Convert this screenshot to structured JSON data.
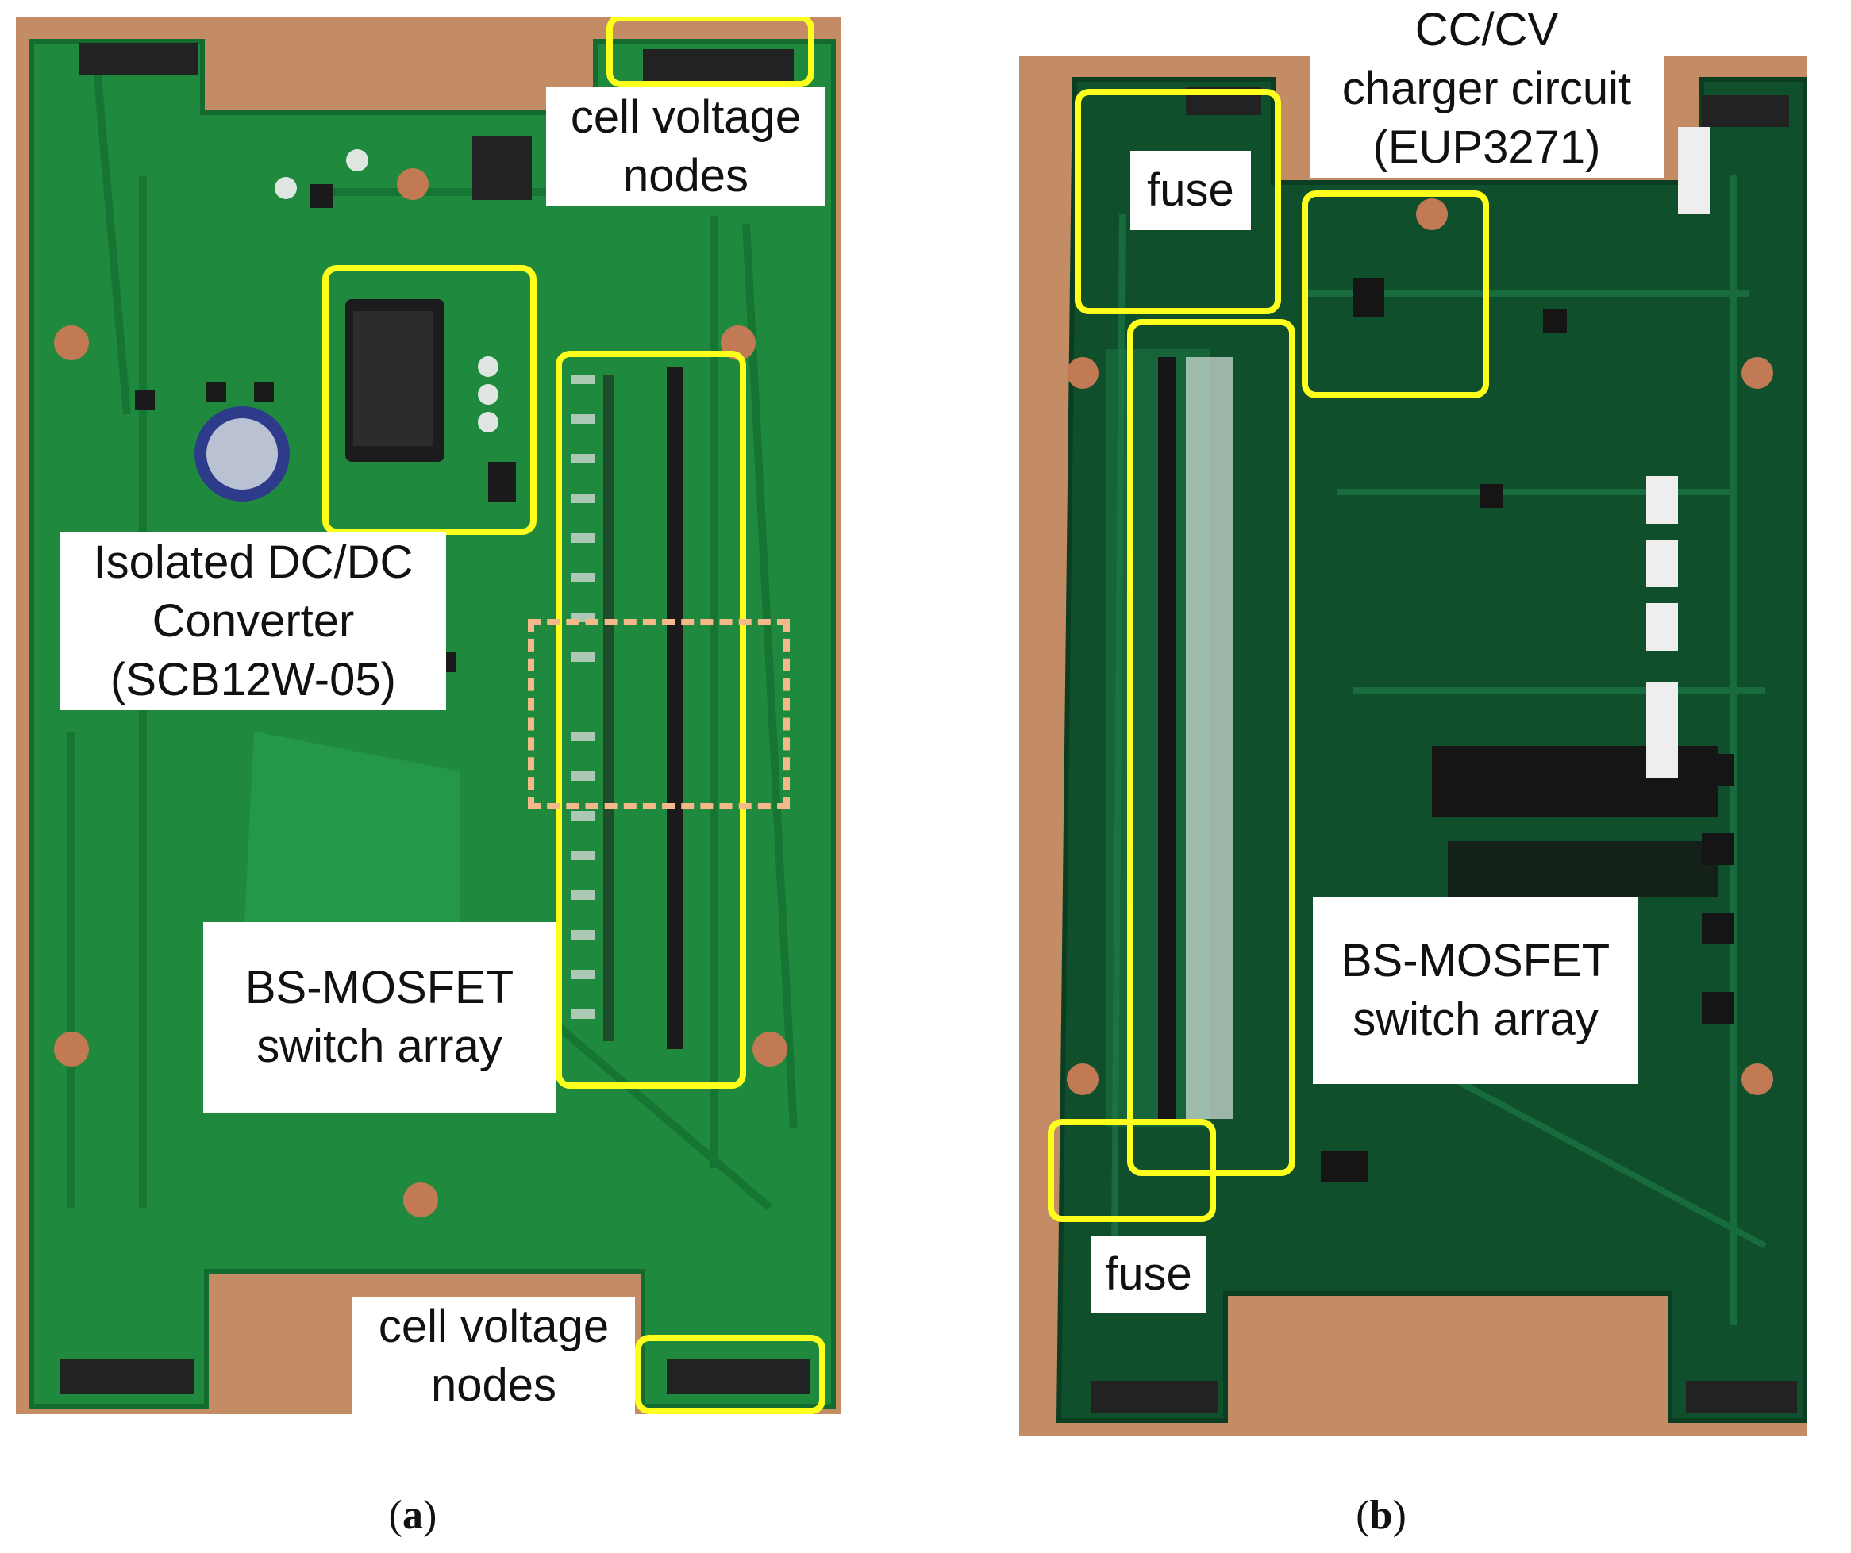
{
  "panel_a": {
    "labels": {
      "cell_voltage_top": [
        "cell voltage",
        "nodes"
      ],
      "dcdc": [
        "Isolated DC/DC",
        "Converter",
        "(SCB12W-05)"
      ],
      "mosfet": [
        "BS-MOSFET",
        "switch array"
      ],
      "cell_voltage_bottom": [
        "cell voltage",
        "nodes"
      ]
    },
    "caption": {
      "open": "(",
      "letter": "a",
      "close": ")"
    }
  },
  "panel_b": {
    "labels": {
      "charger": [
        "CC/CV",
        "charger circuit",
        "(EUP3271)"
      ],
      "fuse_top": "fuse",
      "mosfet": [
        "BS-MOSFET",
        "switch array"
      ],
      "fuse_bottom": "fuse"
    },
    "caption": {
      "open": "(",
      "letter": "b",
      "close": ")"
    }
  },
  "colors": {
    "pcb_green": "#1f8a3e",
    "pcb_dark": "#0f4f2c",
    "wood": "#c9926a",
    "callout_yellow": "#ffff1e",
    "dashed_orange": "#f3b98a"
  }
}
